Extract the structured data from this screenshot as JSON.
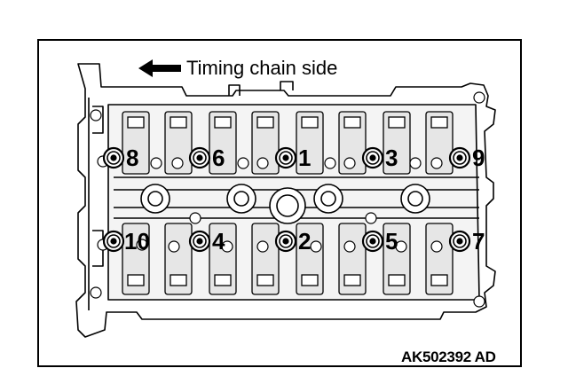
{
  "labels": {
    "direction": "Timing chain side",
    "reference": "AK502392 AD"
  },
  "bolts": [
    {
      "number": "1"
    },
    {
      "number": "2"
    },
    {
      "number": "3"
    },
    {
      "number": "4"
    },
    {
      "number": "5"
    },
    {
      "number": "6"
    },
    {
      "number": "7"
    },
    {
      "number": "8"
    },
    {
      "number": "9"
    },
    {
      "number": "10"
    }
  ],
  "icons": {
    "direction_arrow": "arrow-left-icon",
    "bolt": "bolt-icon"
  },
  "colors": {
    "line": "#000000",
    "background": "#ffffff",
    "fill": "#e6e6e6"
  }
}
